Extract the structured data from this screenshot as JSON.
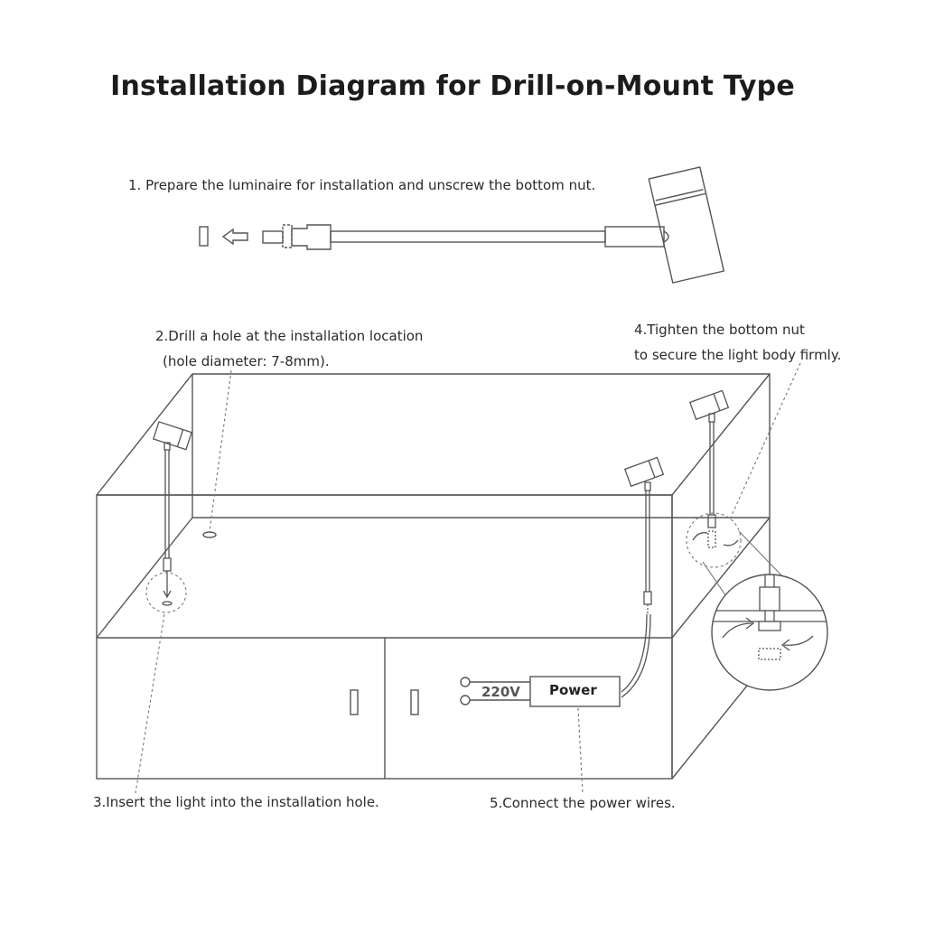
{
  "title": "Installation Diagram for Drill-on-Mount Type",
  "steps": {
    "step1": "1. Prepare the luminaire for installation and unscrew the bottom nut.",
    "step2_line1": "2.Drill a hole at the installation location",
    "step2_line2": "(hole diameter: 7-8mm).",
    "step3": "3.Insert the light into the installation hole.",
    "step4_line1": "4.Tighten the bottom nut",
    "step4_line2": "to secure the light body firmly.",
    "step5": "5.Connect the power wires."
  },
  "power_box": {
    "voltage": "220V",
    "label": "Power"
  },
  "colors": {
    "line": "#555555",
    "text": "#222222",
    "background": "#ffffff"
  }
}
